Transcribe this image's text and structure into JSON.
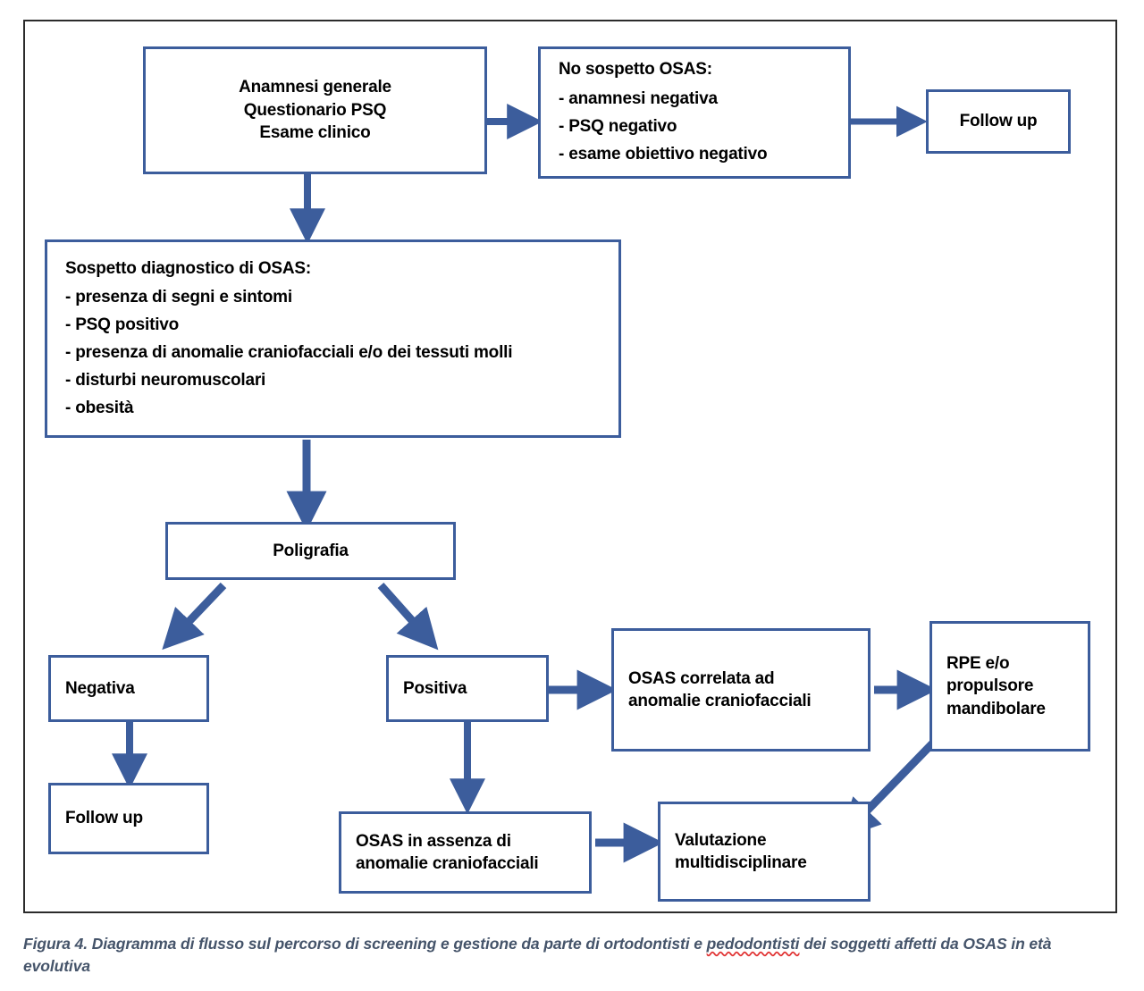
{
  "figure": {
    "caption_prefix": "Figura 4. Diagramma di flusso sul percorso di screening e gestione da parte di ortodontisti e ",
    "caption_misspelled_word": "pedodontisti",
    "caption_suffix": " dei soggetti affetti da OSAS in età evolutiva",
    "border_color": "#2b2b2b",
    "caption_color": "#45546A"
  },
  "style": {
    "node_border_color": "#3C5D9C",
    "arrow_color": "#3C5D9C",
    "node_fill": "#FFFFFF",
    "text_color": "#000000"
  },
  "nodes": {
    "anamnesi": {
      "lines": [
        "Anamnesi generale",
        "Questionario PSQ",
        "Esame clinico"
      ]
    },
    "no_sospetto": {
      "title": "No sospetto OSAS:",
      "items": [
        "- anamnesi negativa",
        "- PSQ negativo",
        "- esame obiettivo negativo"
      ]
    },
    "follow_up_top": {
      "label": "Follow up"
    },
    "sospetto": {
      "title": "Sospetto diagnostico di OSAS:",
      "items": [
        "- presenza di segni e sintomi",
        "- PSQ positivo",
        "- presenza di anomalie craniofacciali e/o dei tessuti molli",
        "- disturbi neuromuscolari",
        "- obesità"
      ]
    },
    "poligrafia": {
      "label": "Poligrafia"
    },
    "negativa": {
      "label": "Negativa"
    },
    "follow_up_bottom": {
      "label": "Follow up"
    },
    "positiva": {
      "label": "Positiva"
    },
    "osas_correlata": {
      "lines": [
        "OSAS correlata ad",
        "anomalie craniofacciali"
      ]
    },
    "rpe": {
      "lines": [
        "RPE e/o",
        "propulsore",
        "mandibolare"
      ]
    },
    "osas_assenza": {
      "lines": [
        "OSAS in assenza di",
        "anomalie craniofacciali"
      ]
    },
    "valutazione": {
      "lines": [
        "Valutazione",
        "multidisciplinare"
      ]
    }
  },
  "edges": [
    {
      "name": "anamnesi-to-no-sospetto",
      "kind": "horizontal-right"
    },
    {
      "name": "no-sospetto-to-follow-up",
      "kind": "horizontal-right"
    },
    {
      "name": "anamnesi-to-sospetto",
      "kind": "vertical-down"
    },
    {
      "name": "sospetto-to-poligrafia",
      "kind": "vertical-down"
    },
    {
      "name": "poligrafia-to-negativa",
      "kind": "diagonal-down-left"
    },
    {
      "name": "poligrafia-to-positiva",
      "kind": "diagonal-down-right"
    },
    {
      "name": "negativa-to-follow-up",
      "kind": "vertical-down"
    },
    {
      "name": "positiva-to-osas-correlata",
      "kind": "horizontal-right"
    },
    {
      "name": "positiva-to-osas-assenza",
      "kind": "vertical-down"
    },
    {
      "name": "osas-correlata-to-rpe",
      "kind": "horizontal-right"
    },
    {
      "name": "osas-assenza-to-valutazione",
      "kind": "horizontal-right"
    },
    {
      "name": "rpe-to-valutazione",
      "kind": "diagonal-down-left"
    }
  ]
}
